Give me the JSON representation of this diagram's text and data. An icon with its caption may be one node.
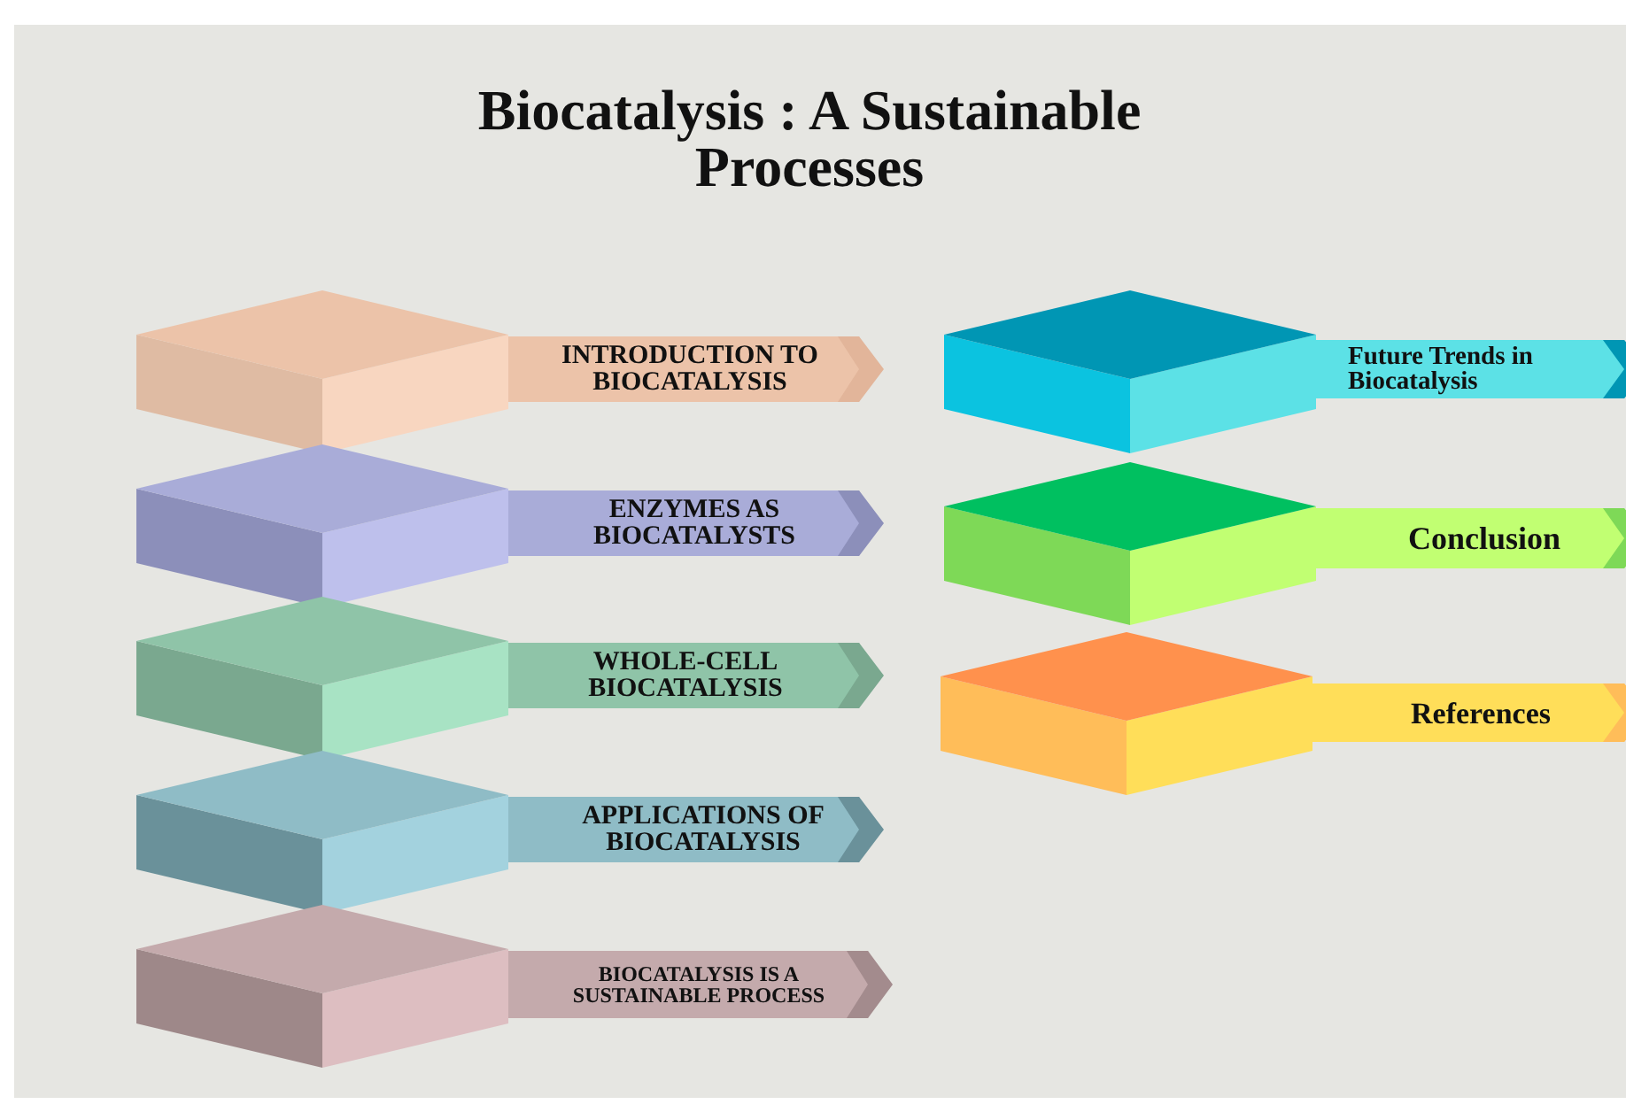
{
  "diagram": {
    "title": "Biocatalysis : A Sustainable Processes",
    "nodes": [
      {
        "text": [
          "INTRODUCTION TO BIOCATALYSIS"
        ]
      },
      {
        "text": [
          "ENZYMES AS BIOCATALYSTS"
        ]
      },
      {
        "text": [
          "WHOLE-CELL BIOCATALYSIS"
        ]
      },
      {
        "text": [
          "APPLICATIONS OF BIOCATALYSIS"
        ]
      },
      {
        "text": [
          "BIOCATALYSIS IS A SUSTAINABLE PROCESS"
        ]
      },
      {
        "text": [
          "Future Trends in Biocatalysis"
        ]
      },
      {
        "text": [
          "Conclusion"
        ]
      },
      {
        "text": [
          "References"
        ]
      }
    ]
  }
}
